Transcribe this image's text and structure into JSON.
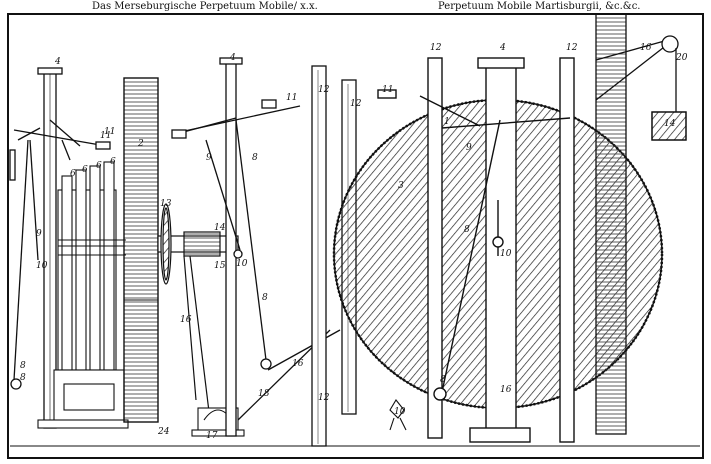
{
  "header": {
    "left": "Das Merseburgische Perpetuum Mobile/ x.x.",
    "right": "Perpetuum Mobile Martisburgii, &c.&c."
  },
  "plate": {
    "figure_numbers": [
      "4",
      "2",
      "11",
      "6",
      "6",
      "6",
      "6",
      "8",
      "9",
      "10",
      "8",
      "11",
      "13",
      "14",
      "15",
      "16",
      "17",
      "18",
      "24",
      "4",
      "11",
      "8",
      "9",
      "10",
      "8",
      "16",
      "12",
      "12",
      "12",
      "11",
      "4",
      "12",
      "12",
      "3",
      "1",
      "8",
      "9",
      "10",
      "8",
      "16",
      "10",
      "14",
      "20",
      "16"
    ],
    "ink_color": "#1a1a1a",
    "paper_color": "#ffffff"
  }
}
